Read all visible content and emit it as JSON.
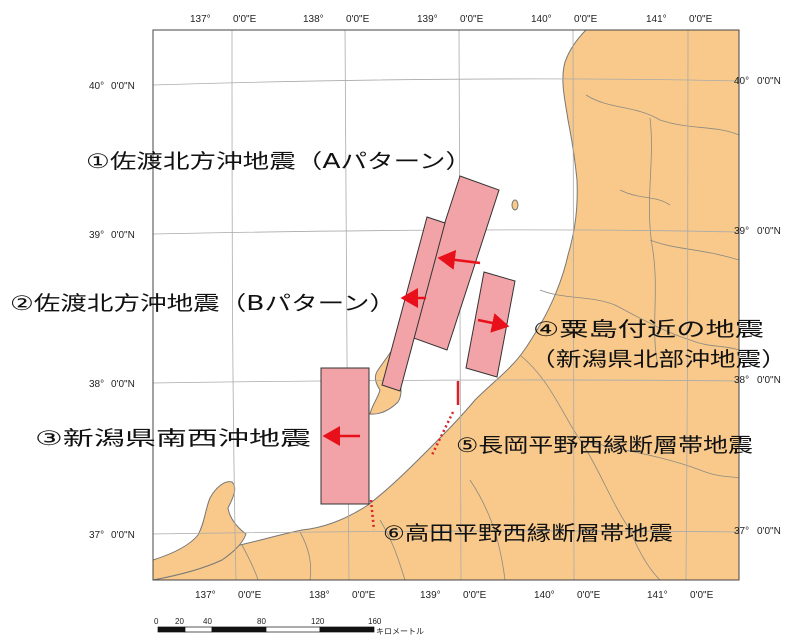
{
  "map": {
    "lon_labels": [
      {
        "deg": "137°",
        "dm": "0'0\"E"
      },
      {
        "deg": "138°",
        "dm": "0'0\"E"
      },
      {
        "deg": "139°",
        "dm": "0'0\"E"
      },
      {
        "deg": "140°",
        "dm": "0'0\"E"
      },
      {
        "deg": "141°",
        "dm": "0'0\"E"
      }
    ],
    "lat_labels": [
      {
        "deg": "40°",
        "dm": "0'0\"N"
      },
      {
        "deg": "39°",
        "dm": "0'0\"N"
      },
      {
        "deg": "38°",
        "dm": "0'0\"N"
      },
      {
        "deg": "37°",
        "dm": "0'0\"N"
      }
    ],
    "earthquakes": [
      {
        "label": "①佐渡北方沖地震（Aパターン）"
      },
      {
        "label": "②佐渡北方沖地震（Bパターン）"
      },
      {
        "label": "③新潟県南西沖地震"
      },
      {
        "label": "④粟島付近の地震",
        "label2": "（新潟県北部沖地震）"
      },
      {
        "label": "⑤長岡平野西縁断層帯地震"
      },
      {
        "label": "⑥高田平野西縁断層帯地震"
      }
    ],
    "scale_bar": {
      "ticks": [
        "0",
        "20",
        "40",
        "80",
        "120",
        "160"
      ],
      "unit": "キロメートル"
    },
    "colors": {
      "land": "#f8c98a",
      "sea": "#ffffff",
      "fault_fill": "#f2a3a7",
      "arrow": "#e8101a",
      "fault_line": "#d8222a",
      "border": "#8d8a80",
      "grid": "#aaaaaa"
    }
  }
}
